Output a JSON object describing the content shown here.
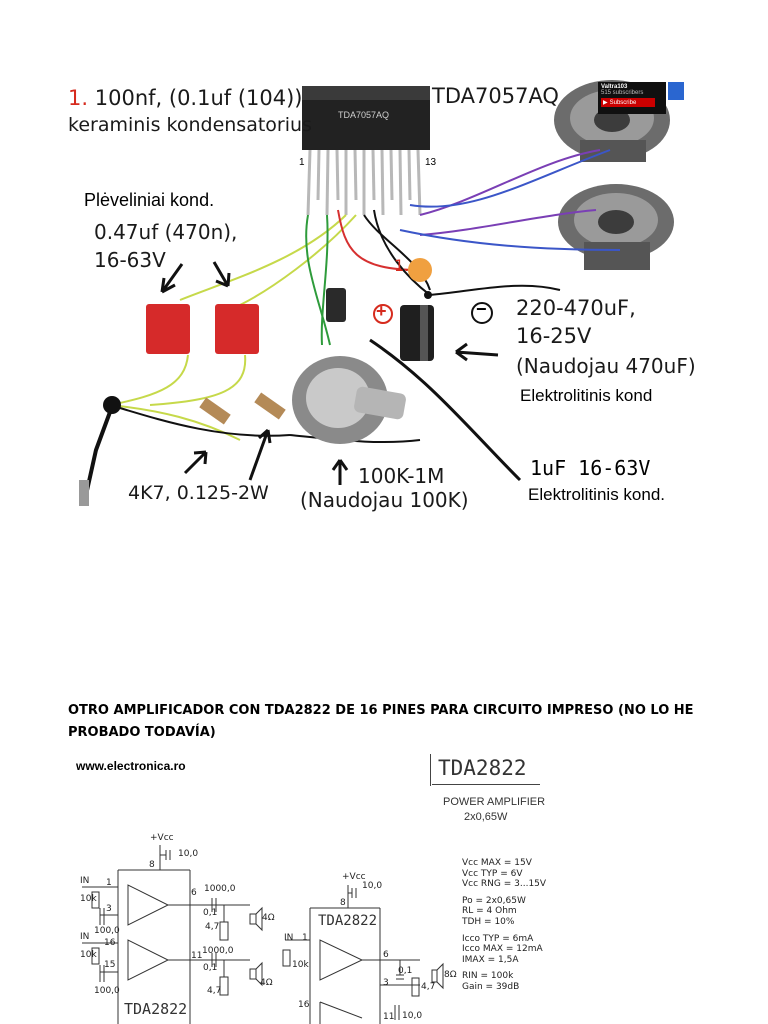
{
  "top_figure": {
    "note1_number": "1.",
    "note1_line1": "100nf, (0.1uf (104))",
    "note1_line2": "keraminis kondensatorius",
    "chip_label": "TDA7057AQ",
    "chip_marking": "TDA7057AQ",
    "pin_first": "1",
    "pin_last": "13",
    "film_title": "Plėveliniai kond.",
    "film_value_line1": "0.47uf (470n),",
    "film_value_line2": "16-63V",
    "cap_marker": "1.",
    "plus_sign": "+",
    "minus_sign": "−",
    "elec_line1": "220-470uF,",
    "elec_line2": "16-25V",
    "elec_line3": "(Naudojau 470uF)",
    "elec_line4": "Elektrolitinis kond",
    "small_cap_line1": "1uF  16-63V",
    "small_cap_line2": "Elektrolitinis kond.",
    "resistor_label": "4K7, 0.125-2W",
    "pot_line1": "100K-1M",
    "pot_line2": "(Naudojau 100K)",
    "youtube": {
      "channel": "Valtra103",
      "subscribers": "515 subscribers",
      "button": "Subscribe"
    }
  },
  "caption": "OTRO AMPLIFICADOR CON TDA2822 DE 16 PINES PARA CIRCUITO IMPRESO (NO LO HE PROBADO TODAVÍA)",
  "bottom_figure": {
    "website": "www.electronica.ro",
    "title": "TDA2822",
    "subtitle_line1": "POWER AMPLIFIER",
    "subtitle_line2": "2x0,65W",
    "specs": [
      "Vcc MAX = 15V",
      "Vcc TYP = 6V",
      "Vcc RNG = 3...15V",
      "Po = 2x0,65W",
      "RL = 4 Ohm",
      "TDH = 10%",
      "Icco TYP = 6mA",
      "Icco MAX = 12mA",
      "IMAX =   1,5A",
      "RIN = 100k",
      "Gain = 39dB"
    ],
    "left_circuit": {
      "vcc": "+Vcc",
      "cap_top": "10,0",
      "pin8": "8",
      "in1": "IN",
      "in2": "IN",
      "pin1": "1",
      "pin3": "3",
      "pin16": "16",
      "pin15": "15",
      "pin6": "6",
      "pin11": "11",
      "r10k_1": "10k",
      "r10k_2": "10k",
      "c100_1": "100,0",
      "c100_2": "100,0",
      "c1000_1": "1000,0",
      "c1000_2": "1000,0",
      "c01_1": "0,1",
      "c01_2": "0,1",
      "r47_1": "4,7",
      "r47_2": "4,7",
      "spk1": "4Ω",
      "spk2": "4Ω",
      "chip": "TDA2822"
    },
    "right_circuit": {
      "vcc": "+Vcc",
      "cap_top": "10,0",
      "pin8": "8",
      "chip": "TDA2822",
      "in": "IN",
      "pin1": "1",
      "pin6": "6",
      "pin3": "3",
      "pin16": "16",
      "pin11": "11",
      "r10k": "10k",
      "c01": "0,1",
      "r47": "4,7",
      "spk": "8Ω",
      "c10": "10,0"
    }
  }
}
